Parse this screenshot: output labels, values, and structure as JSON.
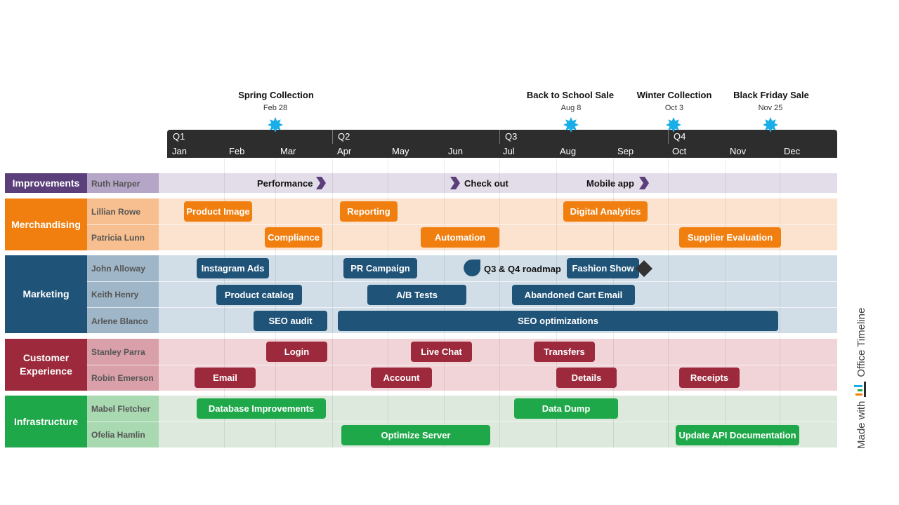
{
  "milestones_top": [
    {
      "title": "Spring Collection",
      "date": "Feb 28"
    },
    {
      "title": "Back to School Sale",
      "date": "Aug 8"
    },
    {
      "title": "Winter Collection",
      "date": "Oct 3"
    },
    {
      "title": "Black Friday Sale",
      "date": "Nov 25"
    }
  ],
  "quarters": [
    "Q1",
    "Q2",
    "Q3",
    "Q4"
  ],
  "months": [
    "Jan",
    "Feb",
    "Mar",
    "Apr",
    "May",
    "Jun",
    "Jul",
    "Aug",
    "Sep",
    "Oct",
    "Nov",
    "Dec"
  ],
  "groups": [
    {
      "label": "Improvements",
      "swimlanes": [
        "Ruth Harper"
      ],
      "color": "#5b3f7a"
    },
    {
      "label": "Merchandising",
      "swimlanes": [
        "Lillian  Rowe",
        "Patricia  Lunn"
      ],
      "color": "#f07f10"
    },
    {
      "label": "Marketing",
      "swimlanes": [
        "John Alloway",
        "Keith Henry",
        "Arlene Blanco"
      ],
      "color": "#1f5378"
    },
    {
      "label": "Customer Experience",
      "swimlanes": [
        "Stanley Parra",
        "Robin Emerson"
      ],
      "color": "#9c2a3c"
    },
    {
      "label": "Infrastructure",
      "swimlanes": [
        "Mabel Fletcher",
        "Ofelia Hamlin"
      ],
      "color": "#1fa84a"
    }
  ],
  "improvement_milestones": [
    "Performance",
    "Check out",
    "Mobile app"
  ],
  "tasks": {
    "merch_1": [
      "Product Image",
      "Reporting",
      "Digital Analytics"
    ],
    "merch_2": [
      "Compliance",
      "Automation",
      "Supplier Evaluation"
    ],
    "mkt_1": [
      "Instagram Ads",
      "PR Campaign",
      "Fashion Show"
    ],
    "mkt_1_milestone": "Q3 & Q4 roadmap",
    "mkt_2": [
      "Product catalog",
      "A/B Tests",
      "Abandoned Cart Email"
    ],
    "mkt_3": [
      "SEO audit",
      "SEO optimizations"
    ],
    "cx_1": [
      "Login",
      "Live Chat",
      "Transfers"
    ],
    "cx_2": [
      "Email",
      "Account",
      "Details",
      "Receipts"
    ],
    "infra_1": [
      "Database Improvements",
      "Data Dump"
    ],
    "infra_2": [
      "Optimize Server",
      "Update API Documentation"
    ]
  },
  "watermark": "Made with",
  "brand": "Office Timeline",
  "colors": {
    "accent_star": "#19aee8",
    "axis": "#2d2d2d",
    "milestone_diamond": "#333333"
  }
}
